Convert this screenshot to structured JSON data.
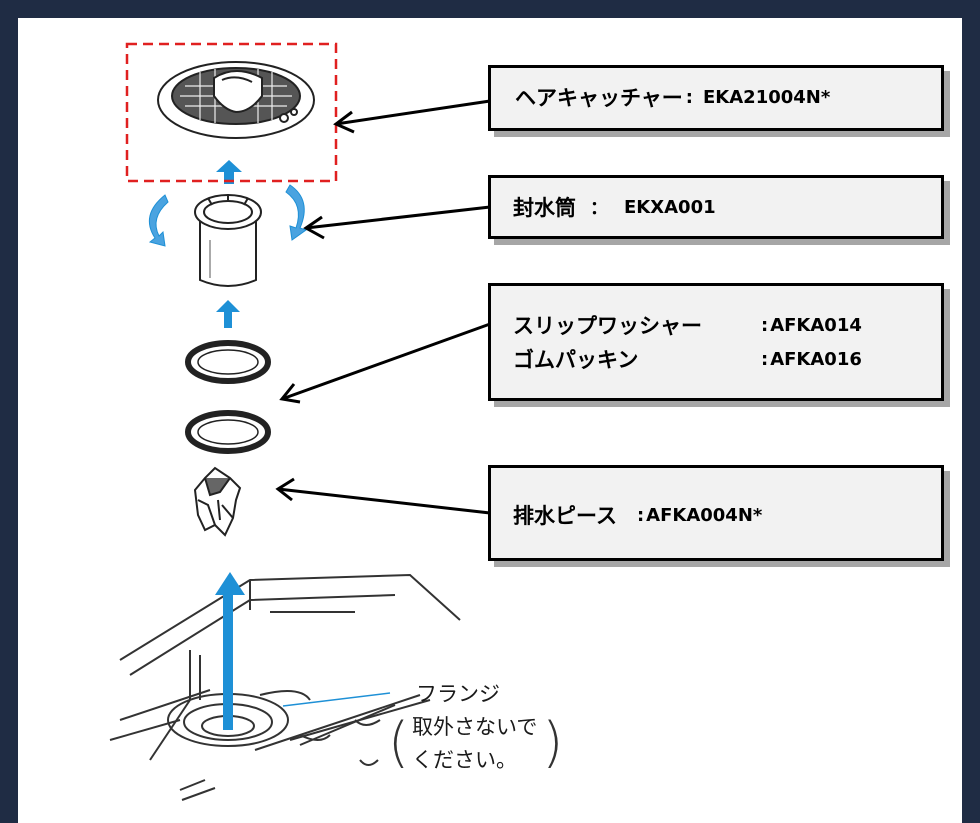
{
  "parts": [
    {
      "name": "ヘアキャッチャー",
      "separator": ":",
      "code": "EKA21004N*"
    },
    {
      "name": "封水筒",
      "separator": "：",
      "code": "EKXA001"
    },
    {
      "name": "スリップワッシャー",
      "separator": ":",
      "code": "AFKA014"
    },
    {
      "name": "ゴムパッキン",
      "separator": ":",
      "code": "AFKA016"
    },
    {
      "name": "排水ピース",
      "separator": ":",
      "code": "AFKA004N*"
    }
  ],
  "flange_note": {
    "label": "フランジ",
    "note_line1": "取外さないで",
    "note_line2": "ください。"
  },
  "colors": {
    "frame": "#1f2c44",
    "callout_fill": "#f2f2f2",
    "highlight_dash": "#e02020",
    "flow_arrow": "#1e90d6"
  }
}
